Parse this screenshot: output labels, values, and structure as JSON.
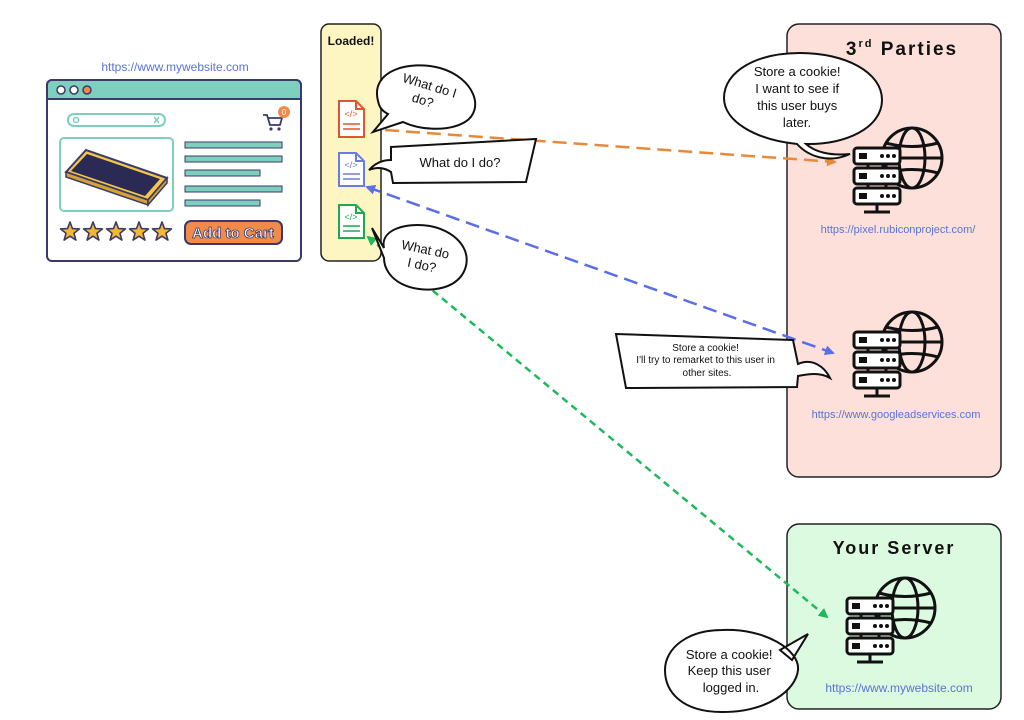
{
  "website": {
    "url": "https://www.mywebsite.com",
    "cart_count": "0",
    "add_to_cart_label": "Add to Cart",
    "rating_stars": 5
  },
  "loaded_panel": {
    "title": "Loaded!"
  },
  "bubbles": {
    "tag_one": [
      "What do I",
      "do?"
    ],
    "tag_two": "What do I do?",
    "tag_three": [
      "What do",
      "I do?"
    ],
    "third_party_one": [
      "Store a cookie!",
      "I want to see if",
      "this user buys",
      "later."
    ],
    "third_party_two": [
      "Store a cookie!",
      "I'll try to remarket to this user in",
      "other sites."
    ],
    "your_server": [
      "Store a cookie!",
      "Keep this user",
      "logged in."
    ]
  },
  "third_parties": {
    "title": "3rd Parties",
    "title_base": "3",
    "title_sup": "rd",
    "title_rest": " Parties",
    "server_one_url": "https://pixel.rubiconproject.com/",
    "server_two_url": "https://www.googleadservices.com"
  },
  "your_server": {
    "title": "Your Server",
    "url": "https://www.mywebsite.com"
  },
  "colors": {
    "orange": "#e8893a",
    "blue": "#5b6ee8",
    "green": "#1fb85a",
    "link": "#5a72d8",
    "third_party_bg": "#fde0da",
    "your_server_bg": "#dcfadf",
    "loaded_bg": "#fdf6c3",
    "browser_bar": "#7fcfbe"
  }
}
